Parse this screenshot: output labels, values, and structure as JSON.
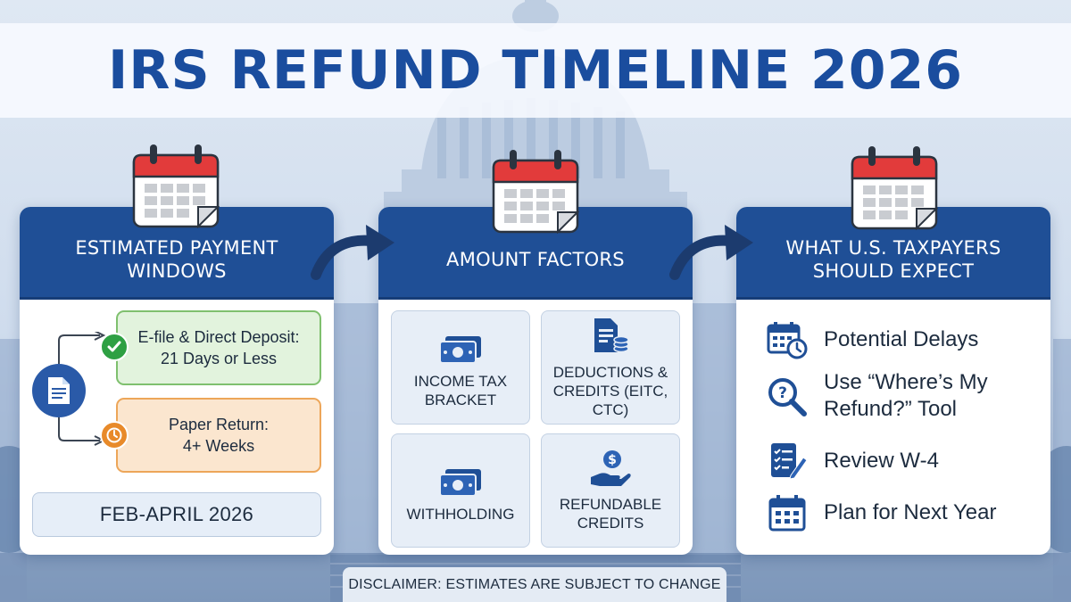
{
  "title": "IRS REFUND TIMELINE 2026",
  "colors": {
    "primary_blue": "#1f4f96",
    "title_blue": "#1a4d9e",
    "calendar_red": "#e23b3b",
    "efile_green": "#2ea043",
    "paper_orange": "#e88a2a"
  },
  "cards": {
    "payment_windows": {
      "heading": "ESTIMATED PAYMENT WINDOWS",
      "icon": "calendar-icon",
      "efile": {
        "line1": "E-file & Direct Deposit:",
        "line2": "21 Days or Less",
        "icon": "check-icon"
      },
      "paper": {
        "line1": "Paper Return:",
        "line2": "4+ Weeks",
        "icon": "clock-icon"
      },
      "date_range": "FEB-APRIL 2026"
    },
    "amount_factors": {
      "heading": "AMOUNT FACTORS",
      "icon": "calendar-icon",
      "factors": [
        {
          "label": "INCOME TAX BRACKET",
          "icon": "cash-icon"
        },
        {
          "label": "DEDUCTIONS & CREDITS (EITC, CTC)",
          "icon": "document-coins-icon"
        },
        {
          "label": "WITHHOLDING",
          "icon": "cash-icon"
        },
        {
          "label": "REFUNDABLE CREDITS",
          "icon": "hand-coin-icon"
        }
      ]
    },
    "expectations": {
      "heading": "WHAT U.S. TAXPAYERS SHOULD EXPECT",
      "icon": "calendar-icon",
      "items": [
        {
          "label": "Potential Delays",
          "icon": "calendar-clock-icon"
        },
        {
          "label": "Use “Where’s My Refund?” Tool",
          "icon": "magnifier-question-icon"
        },
        {
          "label": "Review W-4",
          "icon": "checklist-pen-icon"
        },
        {
          "label": "Plan for Next Year",
          "icon": "calendar-icon"
        }
      ]
    }
  },
  "disclaimer": "DISCLAIMER: ESTIMATES ARE SUBJECT TO CHANGE"
}
